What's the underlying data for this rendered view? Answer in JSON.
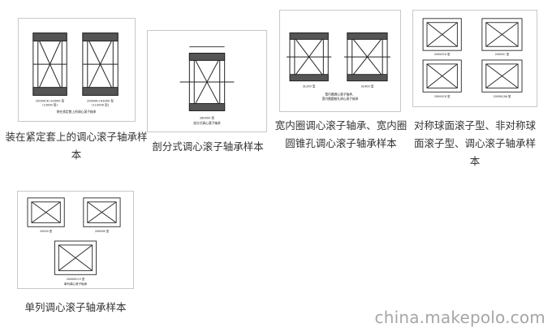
{
  "products": [
    {
      "caption": "装在紧定套上的调心滚子轴承样本",
      "drawing_labels": [
        "20000CK+H3000 型",
        "(13000 型)",
        "20000K+H3000 型",
        "(113000 型)",
        "装在紧定套上的调心滚子轴承"
      ]
    },
    {
      "caption": "剖分式调心滚子轴承样本",
      "drawing_labels": [
        "280000 型",
        "剖分式调心滚子轴承"
      ]
    },
    {
      "caption": "宽内圈调心滚子轴承、宽内圈圆锥孔调心滚子轴承样本",
      "drawing_labels": [
        "3L200 型",
        "3LA00 型",
        "宽内圈调心滚子轴承、",
        "宽内圈圆锥孔调心滚子轴承"
      ]
    },
    {
      "caption": "对称球面滚子型、非对称球面滚子型、调心滚子轴承样本",
      "drawing_labels": [
        "20000CA 型",
        "20000C 型",
        "20000CK 型",
        "20000CAK 型"
      ]
    },
    {
      "caption": "单列调心滚子轴承样本",
      "drawing_labels": [
        "20000 型",
        "20000K 型",
        "20000K+H 型",
        "单列调心滚子轴承"
      ]
    }
  ],
  "watermark": "china.makepolo.com"
}
